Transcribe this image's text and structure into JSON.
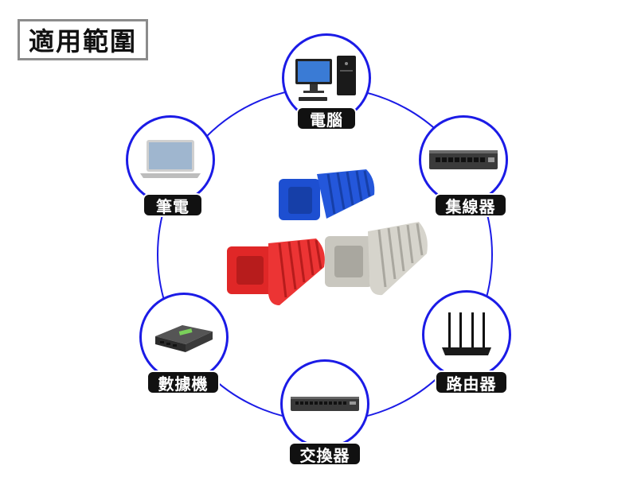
{
  "title": "適用範圍",
  "nodes": {
    "pc": {
      "label": "電腦"
    },
    "switch": {
      "label": "集線器"
    },
    "laptop": {
      "label": "筆電"
    },
    "router": {
      "label": "路由器"
    },
    "kvm": {
      "label": "數據機"
    },
    "exchange": {
      "label": "交換器"
    }
  },
  "colors": {
    "ring": "#1b1be6",
    "boot_blue": "#1d4fd1",
    "boot_red": "#e02727",
    "boot_gray": "#c9c7bf"
  }
}
